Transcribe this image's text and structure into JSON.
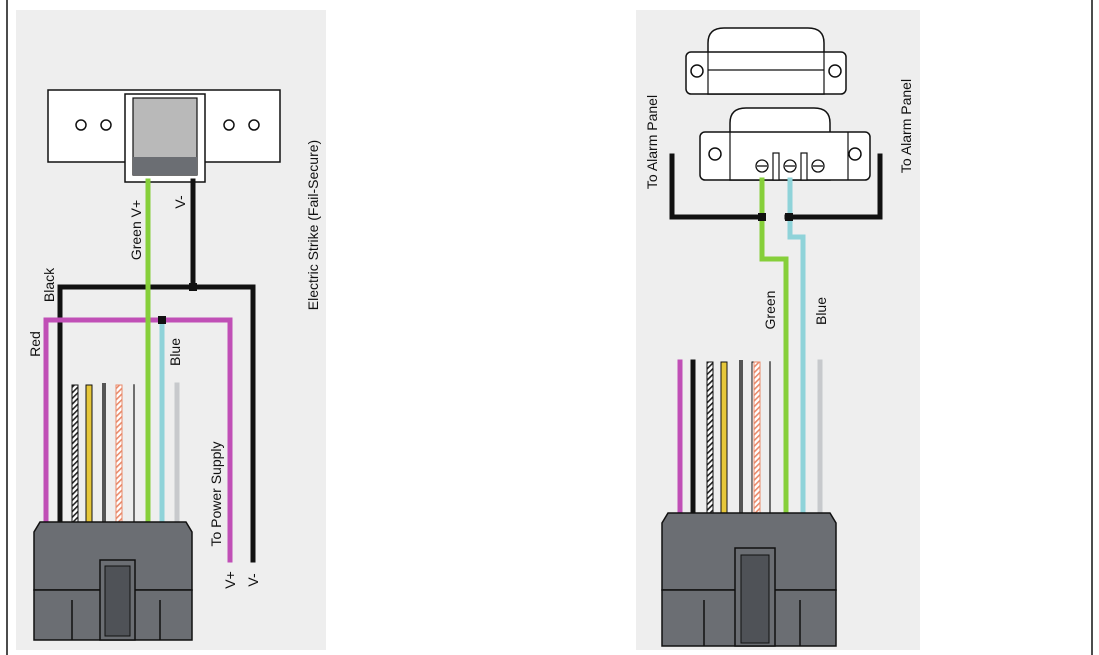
{
  "left_diagram": {
    "strike_label": "Electric Strike (Fail-Secure)",
    "wire_green_vplus": "Green  V+",
    "wire_vminus": "V-",
    "wire_black": "Black",
    "wire_red": "Red",
    "wire_blue": "Blue",
    "power_supply_label": "To Power Supply",
    "terminal_vplus": "V+",
    "terminal_vminus": "V-"
  },
  "right_diagram": {
    "alarm_panel_left": "To Alarm Panel",
    "alarm_panel_right": "To Alarm Panel",
    "wire_green": "Green",
    "wire_blue": "Blue"
  },
  "colors": {
    "red": "#c04fb6",
    "black": "#111111",
    "green": "#86cf3a",
    "blue": "#8fd3d9",
    "gray": "#c7c9cc",
    "yellow": "#e6c73a",
    "orange": "#e98a6b",
    "connector": "#6b6e73",
    "connector_dark": "#4f5257"
  }
}
